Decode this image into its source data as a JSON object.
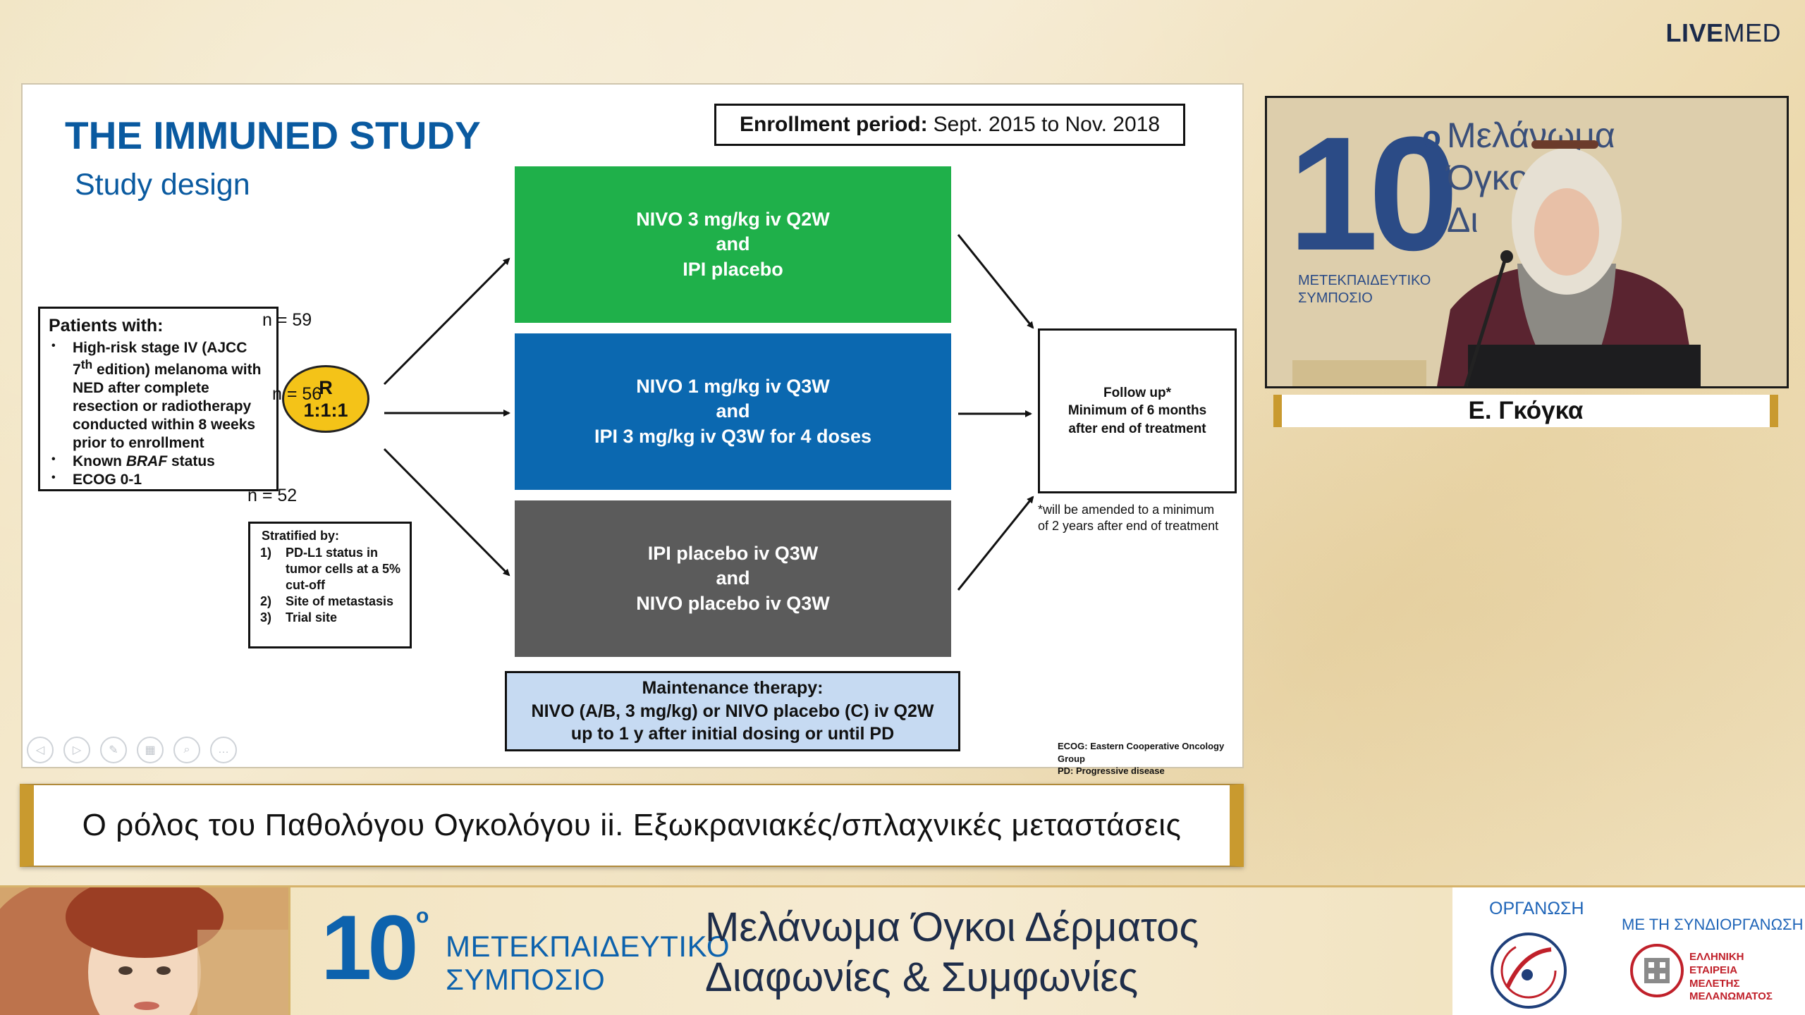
{
  "brand": {
    "bold": "LIVE",
    "light": "MED"
  },
  "slide": {
    "title": "THE IMMUNED STUDY",
    "subtitle": "Study design",
    "enrollment": {
      "label": "Enrollment period:",
      "value": "Sept. 2015 to Nov. 2018"
    },
    "patients": {
      "title": "Patients with:",
      "items": [
        {
          "pre": "High-risk stage IV (AJCC 7",
          "sup": "th",
          "post": " edition) melanoma with NED after complete resection or radiotherapy conducted within 8 weeks prior to enrollment"
        },
        {
          "pre": "Known ",
          "em": "BRAF",
          "post": " status"
        },
        {
          "text": "ECOG 0-1"
        }
      ]
    },
    "randomization": {
      "letter": "R",
      "ratio": "1:1:1"
    },
    "n_labels": [
      "n = 59",
      "n = 56",
      "n = 52"
    ],
    "stratified": {
      "title": "Stratified by:",
      "items": [
        {
          "num": "1)",
          "text": "PD-L1 status in tumor cells at a 5% cut-off"
        },
        {
          "num": "2)",
          "text": "Site of metastasis"
        },
        {
          "num": "3)",
          "text": "Trial site"
        }
      ]
    },
    "arms": [
      {
        "text": "NIVO 3 mg/kg iv Q2W\nand\nIPI placebo",
        "color": "#1fb04a"
      },
      {
        "text": "NIVO 1 mg/kg iv Q3W\nand\nIPI 3 mg/kg iv Q3W for 4 doses",
        "color": "#0b68b0"
      },
      {
        "text": "IPI placebo iv Q3W\nand\nNIVO placebo iv Q3W",
        "color": "#5b5b5b"
      }
    ],
    "follow_up": "Follow up*\nMinimum of 6 months\nafter end of treatment",
    "follow_note": "*will be amended to a minimum\n   of 2 years after end of treatment",
    "maintenance": "Maintenance therapy:\nNIVO (A/B, 3 mg/kg) or NIVO placebo (C) iv Q2W\nup to 1 y after initial dosing or until PD",
    "abbreviations": "ECOG: Eastern Cooperative Oncology Group\nPD: Progressive disease",
    "controls": [
      {
        "name": "previous-slide",
        "icon": "◁"
      },
      {
        "name": "next-slide",
        "icon": "▷"
      },
      {
        "name": "pen-tool",
        "icon": "✎"
      },
      {
        "name": "slides-grid",
        "icon": "▦"
      },
      {
        "name": "zoom",
        "icon": "⌕"
      },
      {
        "name": "more-options",
        "icon": "…"
      }
    ]
  },
  "caption": "Ο ρόλος του Παθολόγου Ογκολόγου ii. Εξωκρανιακές/σπλαχνικές μεταστάσεις",
  "speaker": {
    "name": "Ε. Γκόγκα",
    "backdrop": {
      "num": "10",
      "deg": "o",
      "title": "Μελάνωμα\nΌγκοι\nΔι\nΣ",
      "sub": "ΜΕΤΕΚΠΑΙΔΕΥΤΙΚΟ\nΣΥΜΠΟΣΙΟ"
    }
  },
  "footer": {
    "number": "10",
    "degree": "o",
    "symposium": "ΜΕΤΕΚΠΑΙΔΕΥΤΙΚΟ\nΣΥΜΠΟΣΙΟ",
    "theme": "Μελάνωμα Όγκοι Δέρματος\nΔιαφωνίες & Συμφωνίες",
    "organization_label": "ΟΡΓΑΝΩΣΗ",
    "coorganization_label": "ΜΕ ΤΗ ΣΥΝΔΙΟΡΓΑΝΩΣΗ",
    "eeem": "ΕΛΛΗΝΙΚΗ\nΕΤΑΙΡΕΙΑ\nΜΕΛΕΤΗΣ\nΜΕΛΑΝΩΜΑΤΟΣ"
  }
}
